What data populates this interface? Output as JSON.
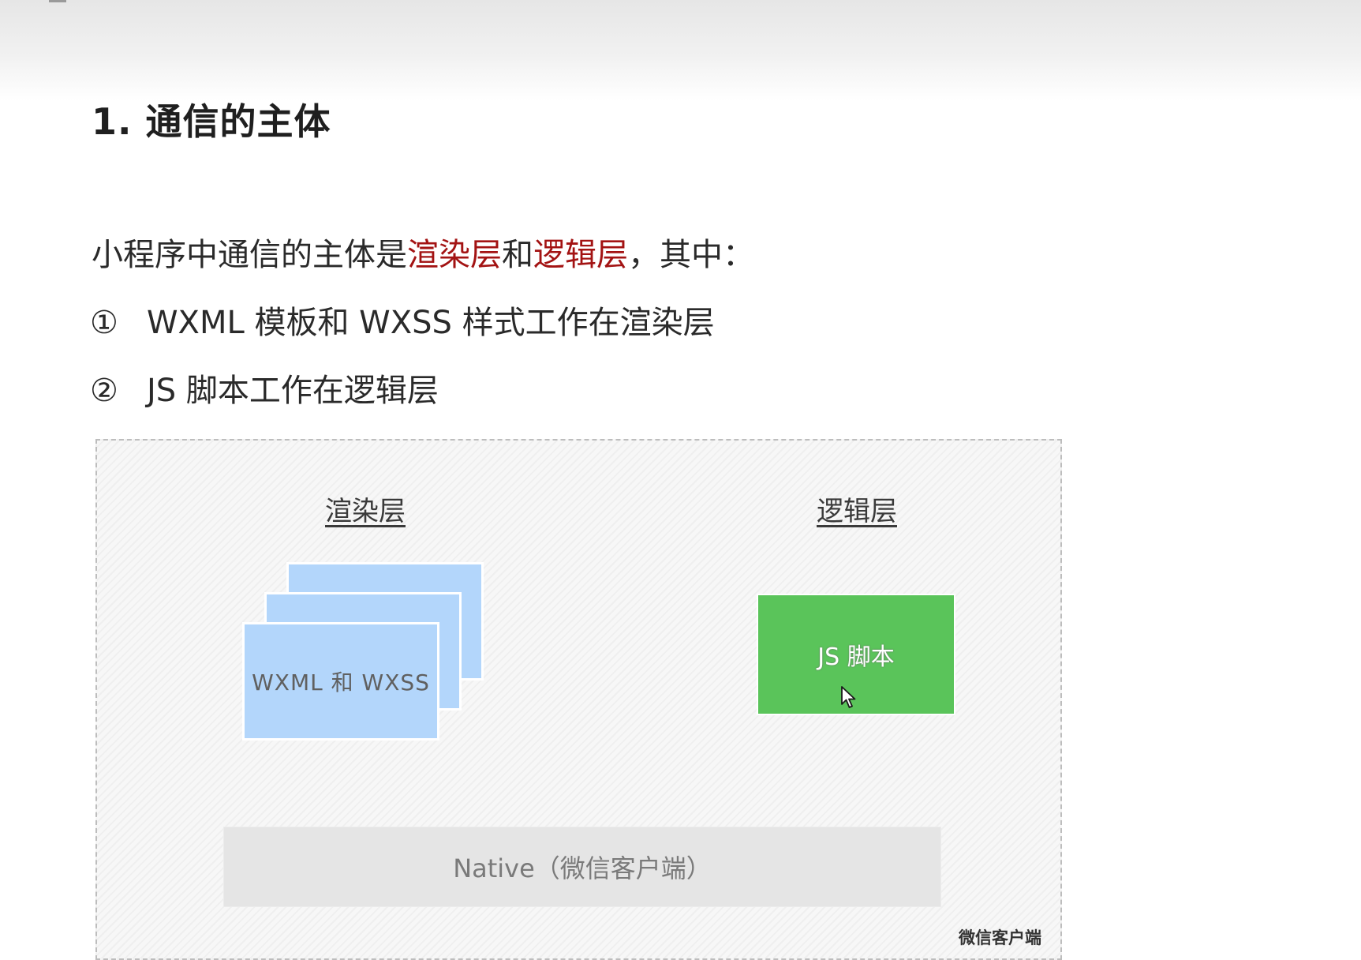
{
  "heading": "1. 通信的主体",
  "intro": {
    "prefix": "小程序中通信的主体是",
    "render_layer": "渲染层",
    "conjunction": "和",
    "logic_layer": "逻辑层",
    "suffix": "，其中："
  },
  "points": [
    {
      "marker": "①",
      "text": "WXML 模板和 WXSS 样式工作在渲染层"
    },
    {
      "marker": "②",
      "text": "JS 脚本工作在逻辑层"
    }
  ],
  "diagram": {
    "render_title": "渲染层",
    "logic_title": "逻辑层",
    "page_card_label": "WXML 和 WXSS",
    "js_box_label": "JS 脚本",
    "native_label": "Native（微信客户端）",
    "client_label": "微信客户端"
  },
  "colors": {
    "highlight": "#a31313",
    "page_card": "#b3d6fb",
    "js_box": "#5ac45a",
    "native_bar": "#e5e5e5"
  },
  "icons": [
    "mouse-pointer-icon"
  ]
}
